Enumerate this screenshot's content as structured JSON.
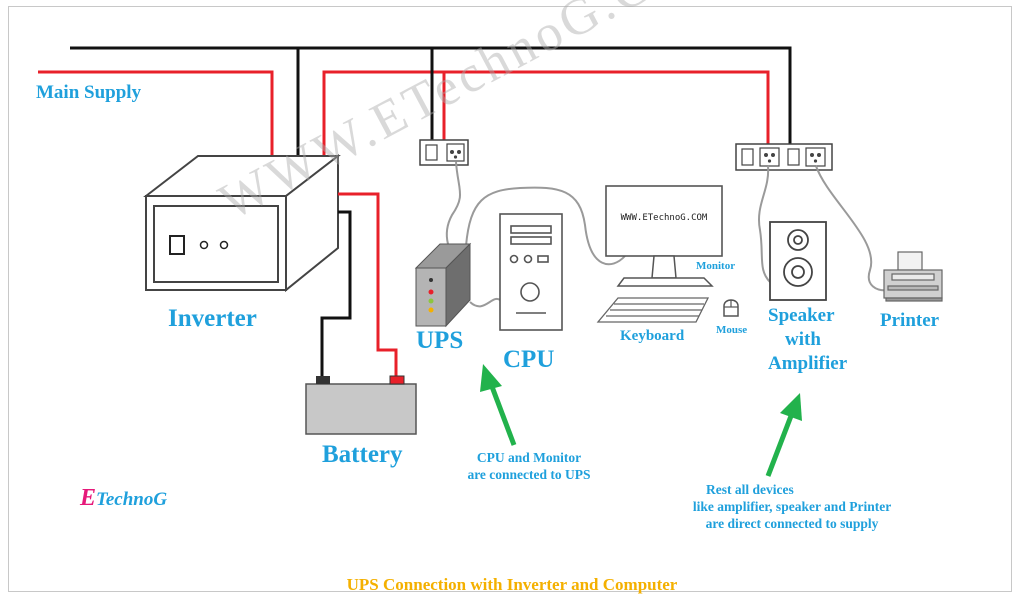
{
  "labels": {
    "main_supply": "Main Supply",
    "inverter": "Inverter",
    "battery": "Battery",
    "ups": "UPS",
    "cpu": "CPU",
    "monitor": "Monitor",
    "keyboard": "Keyboard",
    "mouse": "Mouse",
    "speaker_line1": "Speaker",
    "speaker_line2": "with",
    "speaker_line3": "Amplifier",
    "printer": "Printer"
  },
  "screen_text": "WWW.ETechnoG.COM",
  "watermark": "WWW.ETechnoG.COM",
  "notes": {
    "cpu_note_line1": "CPU and Monitor",
    "cpu_note_line2": "are connected to UPS",
    "rest_note_line1": "Rest all devices",
    "rest_note_line2": "like amplifier, speaker and Printer",
    "rest_note_line3": "are direct connected to supply"
  },
  "brand": {
    "mark": "E",
    "name": "TechnoG"
  },
  "caption": "UPS Connection with Inverter and Computer",
  "colors": {
    "label": "#1fa0dc",
    "phase_wire": "#e8202a",
    "neutral_wire": "#111111",
    "signal_cable": "#9a9a9a",
    "arrow": "#22b24c",
    "caption": "#f4b000",
    "brand_mark": "#e6197a"
  }
}
